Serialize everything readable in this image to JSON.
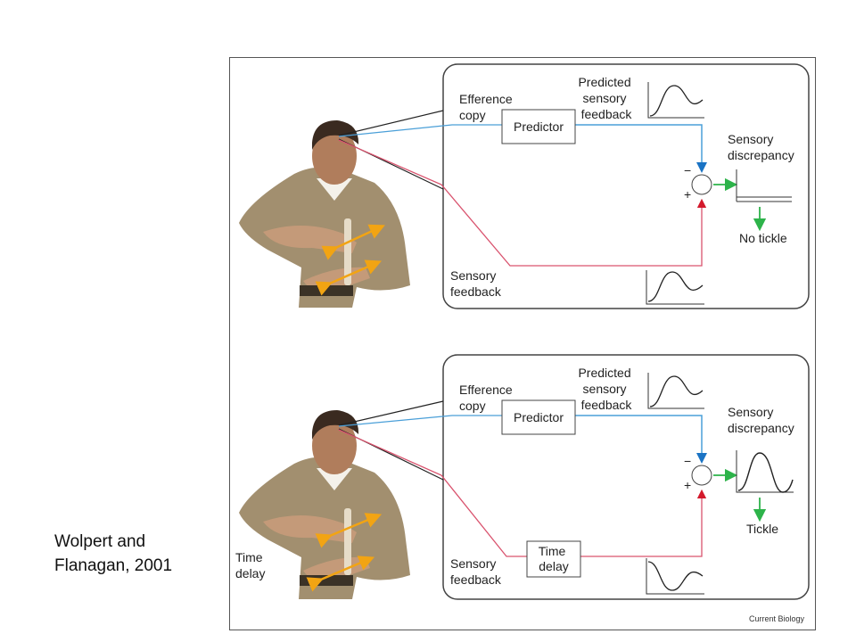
{
  "citation": {
    "line1": "Wolpert and",
    "line2": "Flanagan, 2001"
  },
  "source": "Current Biology",
  "top_panel": {
    "efference": [
      "Efference",
      "copy"
    ],
    "predictor": "Predictor",
    "predicted": [
      "Predicted",
      "sensory",
      "feedback"
    ],
    "discrepancy": [
      "Sensory",
      "discrepancy"
    ],
    "sensory_feedback": [
      "Sensory",
      "feedback"
    ],
    "outcome": "No tickle",
    "minus": "−",
    "plus": "+"
  },
  "bottom_panel": {
    "efference": [
      "Efference",
      "copy"
    ],
    "predictor": "Predictor",
    "predicted": [
      "Predicted",
      "sensory",
      "feedback"
    ],
    "discrepancy": [
      "Sensory",
      "discrepancy"
    ],
    "sensory_feedback": [
      "Sensory",
      "feedback"
    ],
    "time_delay_box": [
      "Time",
      "delay"
    ],
    "time_delay_side": [
      "Time",
      "delay"
    ],
    "outcome": "Tickle",
    "minus": "−",
    "plus": "+"
  },
  "colors": {
    "efference_line": "#4a9fd8",
    "feedback_line": "#d9536e",
    "arrow_blue": "#1a73c4",
    "arrow_red": "#d3192c",
    "arrow_green": "#2db34a",
    "hand_arrow": "#f2a413"
  }
}
